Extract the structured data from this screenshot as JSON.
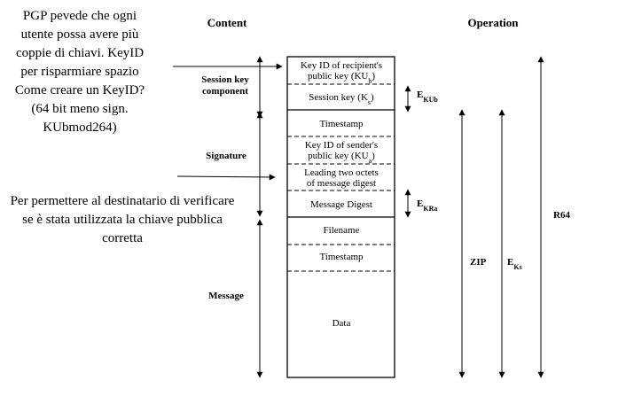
{
  "headers": {
    "content": "Content",
    "operation": "Operation"
  },
  "notes": {
    "top": [
      "PGP pevede che ogni",
      "utente possa avere più",
      "coppie di chiavi. KeyID",
      "per risparmiare spazio",
      "Come creare un KeyID?",
      "(64 bit meno sign.",
      "KUbmod264)"
    ],
    "bottom": [
      "Per permettere al destinatario di verificare",
      "se è stata utilizzata la chiave pubblica",
      "corretta"
    ]
  },
  "sections": {
    "session_key_component": [
      "Session key",
      "component"
    ],
    "signature": "Signature",
    "message": "Message"
  },
  "boxes": {
    "recipient_key_id": {
      "line1": "Key ID of recipient's",
      "line2": "public key (KU",
      "sub": "b",
      "end": ")"
    },
    "session_key": {
      "text": "Session key (K",
      "sub": "s",
      "end": ")"
    },
    "timestamp1": "Timestamp",
    "sender_key_id": {
      "line1": "Key ID of sender's",
      "line2": "public key (KU",
      "sub": "a",
      "end": ")"
    },
    "leading_octets": [
      "Leading two octets",
      "of message digest"
    ],
    "message_digest": "Message Digest",
    "filename": "Filename",
    "timestamp2": "Timestamp",
    "data": "Data"
  },
  "operations": {
    "ekub": {
      "main": "E",
      "sub": "KUb"
    },
    "ekra": {
      "main": "E",
      "sub": "KRa"
    },
    "zip": "ZIP",
    "eks": {
      "main": "E",
      "sub": "Ks"
    },
    "r64": "R64"
  }
}
